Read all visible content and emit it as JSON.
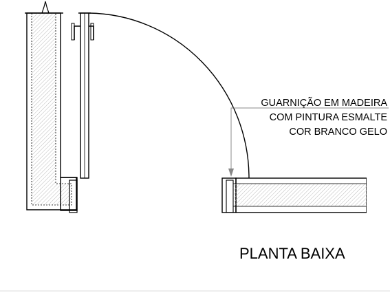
{
  "annotation": {
    "lines": [
      "GUARNIÇÃO EM MADEIRA",
      "COM PINTURA ESMALTE",
      "COR BRANCO GELO"
    ]
  },
  "title": "PLANTA BAIXA",
  "colors": {
    "ink": "#000000",
    "leader": "#888888",
    "hatch": "#bbbbbb",
    "baseline": "#dddddd"
  }
}
